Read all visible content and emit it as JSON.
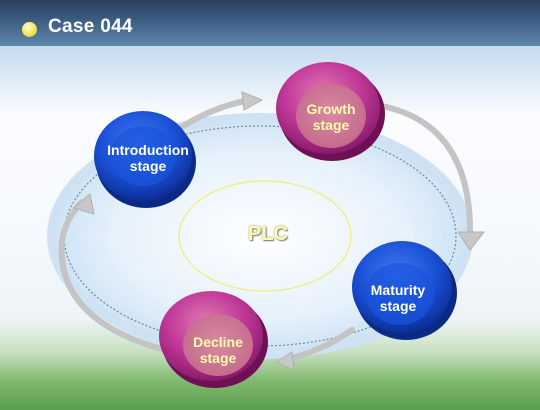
{
  "title": "Case 044",
  "center_label": "PLC",
  "nodes": {
    "introduction": "Introduction\nstage",
    "growth": "Growth\nstage",
    "maturity": "Maturity\nstage",
    "decline": "Decline\nstage"
  },
  "colors": {
    "blue_disc": "#1a4fd6",
    "magenta_disc": "#c23a9a",
    "title_bar": "#3b5a7f",
    "center_text": "#fffca8"
  }
}
